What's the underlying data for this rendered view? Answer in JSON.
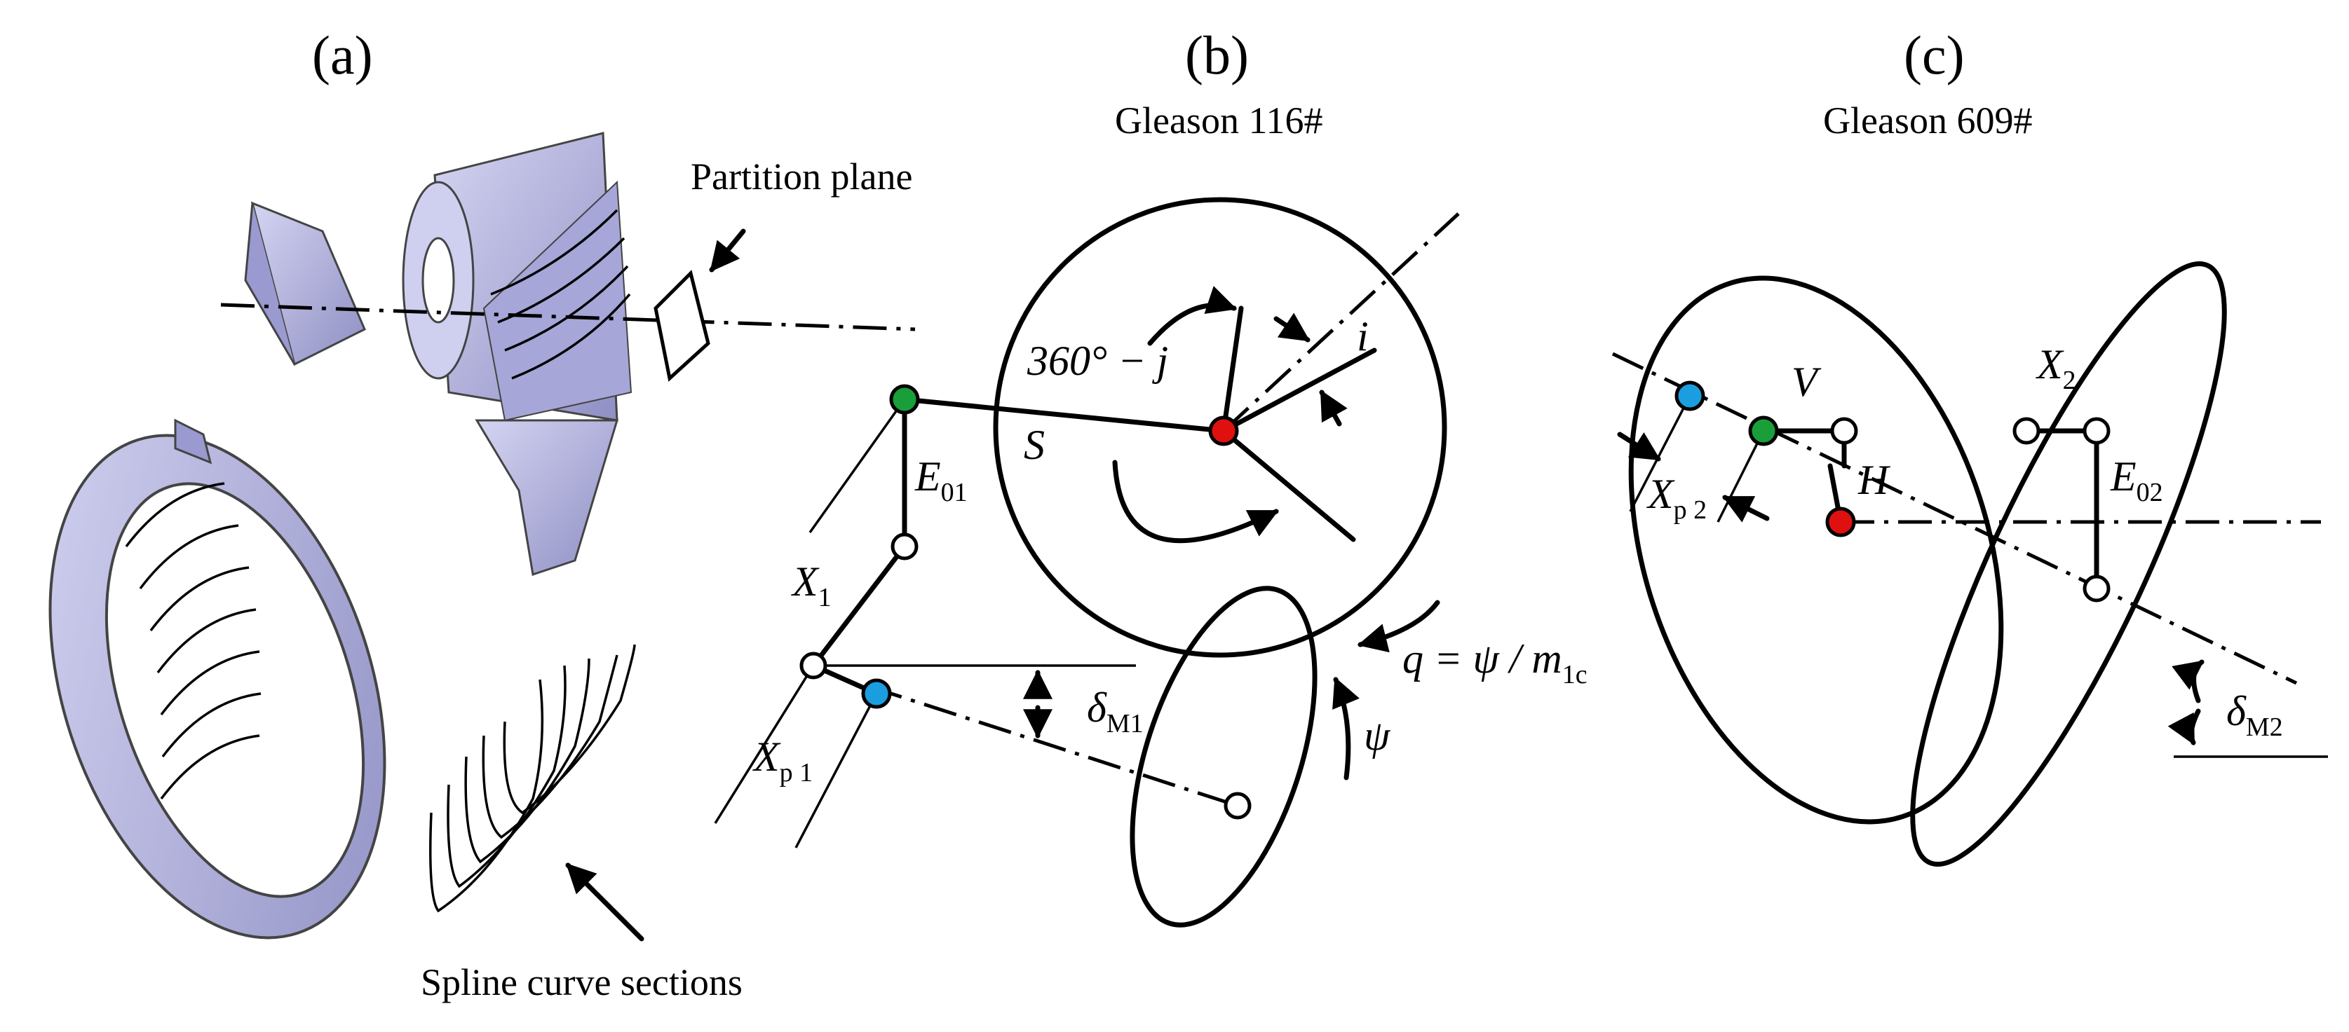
{
  "panels": {
    "a": {
      "label": "(a)",
      "partition_label": "Partition plane",
      "spline_label": "Spline curve sections"
    },
    "b": {
      "label": "(b)",
      "subtitle": "Gleason 116#",
      "angle_label": "360° − j",
      "i_label": "i",
      "S_label": "S",
      "E_label": "E",
      "E_sub": "01",
      "X_label": "X",
      "X_sub": "1",
      "Xp_label": "X",
      "Xp_sub": "p 1",
      "delta_label": "δ",
      "delta_sub": "M1",
      "q_label": "q = ψ / m",
      "q_sub": "1c",
      "psi_label": "ψ"
    },
    "c": {
      "label": "(c)",
      "subtitle": "Gleason 609#",
      "V_label": "V",
      "H_label": "H",
      "X_label": "X",
      "X_sub": "2",
      "E_label": "E",
      "E_sub": "02",
      "Xp_label": "X",
      "Xp_sub": "p 2",
      "delta_label": "δ",
      "delta_sub": "M2"
    }
  },
  "colors": {
    "green": "#1a9e3a",
    "red": "#e01010",
    "blue": "#1a9ee0",
    "white": "#ffffff",
    "cad_surface": "#b9b9e6"
  }
}
